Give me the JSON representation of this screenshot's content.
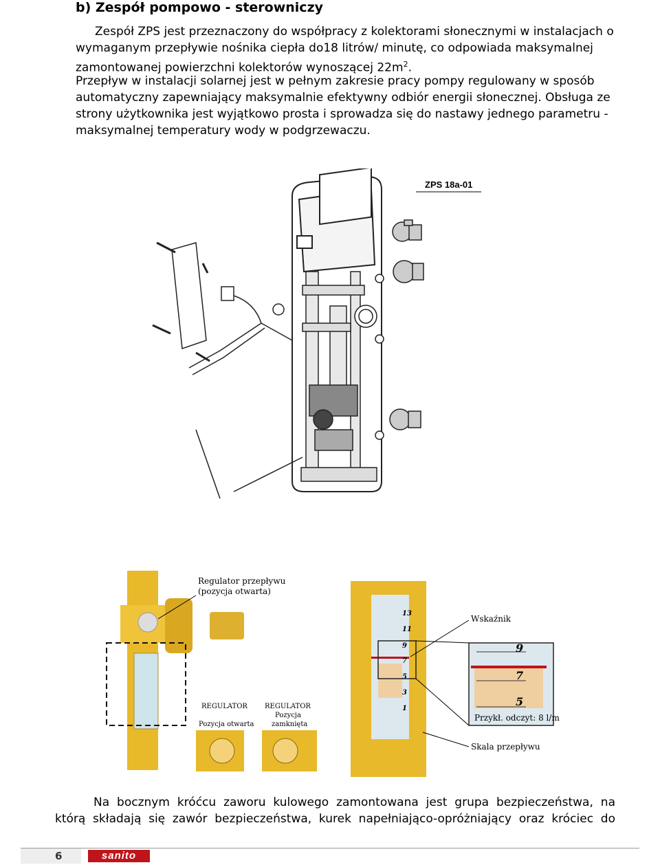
{
  "heading": "b)  Zespół pompowo - sterowniczy",
  "para1": {
    "text": "Zespół ZPS jest przeznaczony do współpracy z kolektorami słonecznymi w instalacjach o wymaganym przepływie nośnika ciepła do18 litrów/ minutę, co odpowiada maksymalnej zamontowanej powierzchni kolektorów wynoszącej 22m",
    "sup": "2",
    "end": "."
  },
  "para2": "Przepływ w instalacji solarnej jest w pełnym zakresie pracy pompy regulowany w sposób automatyczny zapewniający maksymalnie efektywny odbiór energii słonecznej. Obsługa ze strony użytkownika jest wyjątkowo prosta i sprowadza się do nastawy jednego parametru - maksymalnej temperatury wody w podgrzewaczu.",
  "diagram": {
    "model_label": "ZPS 18a-01"
  },
  "photos": {
    "regulator_label_1": "Regulator przepływu",
    "regulator_label_2": "(pozycja otwarta)",
    "reg_open_title": "REGULATOR",
    "reg_open_sub": "Pozycja otwarta",
    "reg_closed_title": "REGULATOR",
    "reg_closed_sub1": "Pozycja",
    "reg_closed_sub2": "zamknięta",
    "indicator_label": "Wskaźnik",
    "example_label": "Przykł. odczyt: 8 l/m",
    "scale_label": "Skala przepływu",
    "scale_numbers": [
      "13",
      "11",
      "9",
      "7",
      "5",
      "3",
      "1"
    ],
    "zoom_numbers": [
      "9",
      "7",
      "5"
    ]
  },
  "bottom_text": "Na bocznym króćcu zaworu kulowego zamontowana jest grupa bezpieczeństwa, na którą składają się zawór bezpieczeństwa, kurek napełniająco-opróżniający oraz króciec do",
  "footer": {
    "page_number": "6",
    "logo": "sanito"
  }
}
